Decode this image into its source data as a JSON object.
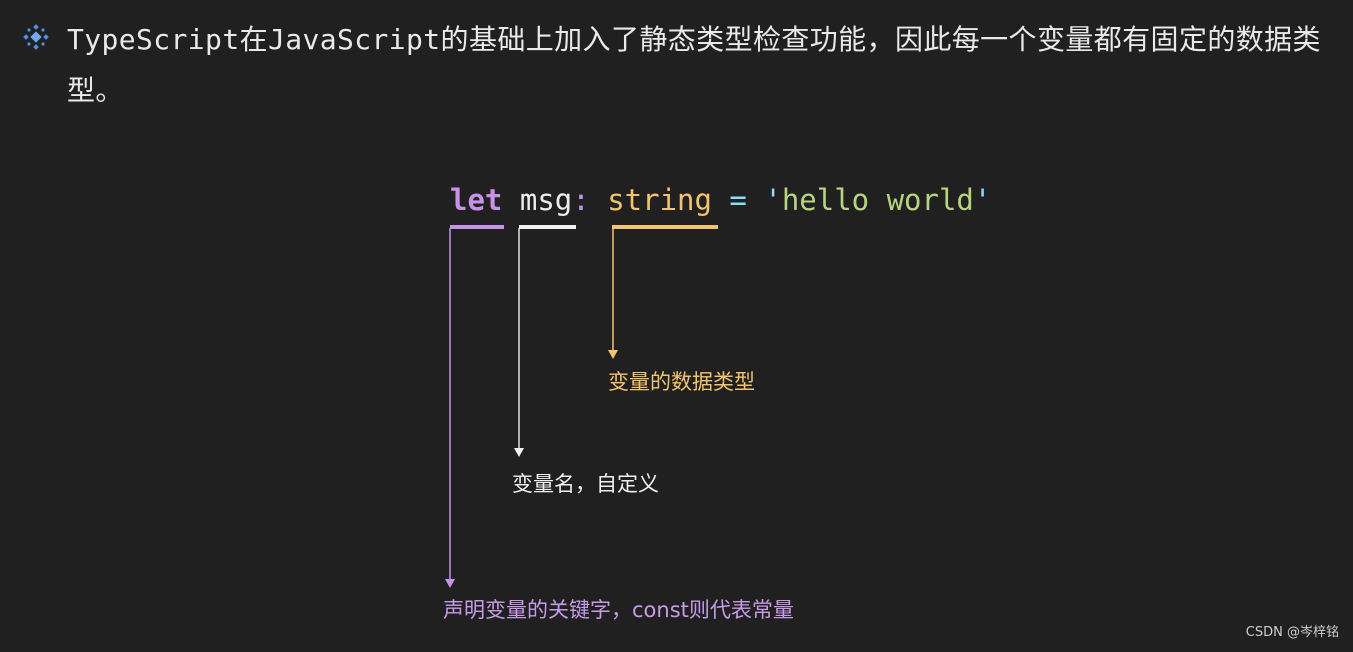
{
  "header": {
    "bullet_icon": "sparkle-diamond-icon",
    "intro_text": "TypeScript在JavaScript的基础上加入了静态类型检查功能，因此每一个变量都有固定的数据类型。"
  },
  "code": {
    "keyword": "let",
    "variable": "msg",
    "colon": ":",
    "type": "string",
    "operator": "=",
    "quote_open": "'",
    "string_value": "hello world",
    "quote_close": "'"
  },
  "annotations": {
    "type": "变量的数据类型",
    "name": "变量名，自定义",
    "keyword": "声明变量的关键字，const则代表常量"
  },
  "colors": {
    "background": "#202020",
    "keyword": "#c792ea",
    "type": "#f2c46d",
    "name": "#ededed",
    "string": "#b5d67f",
    "operator": "#89ddff"
  },
  "watermark": "CSDN @岑梓铭"
}
